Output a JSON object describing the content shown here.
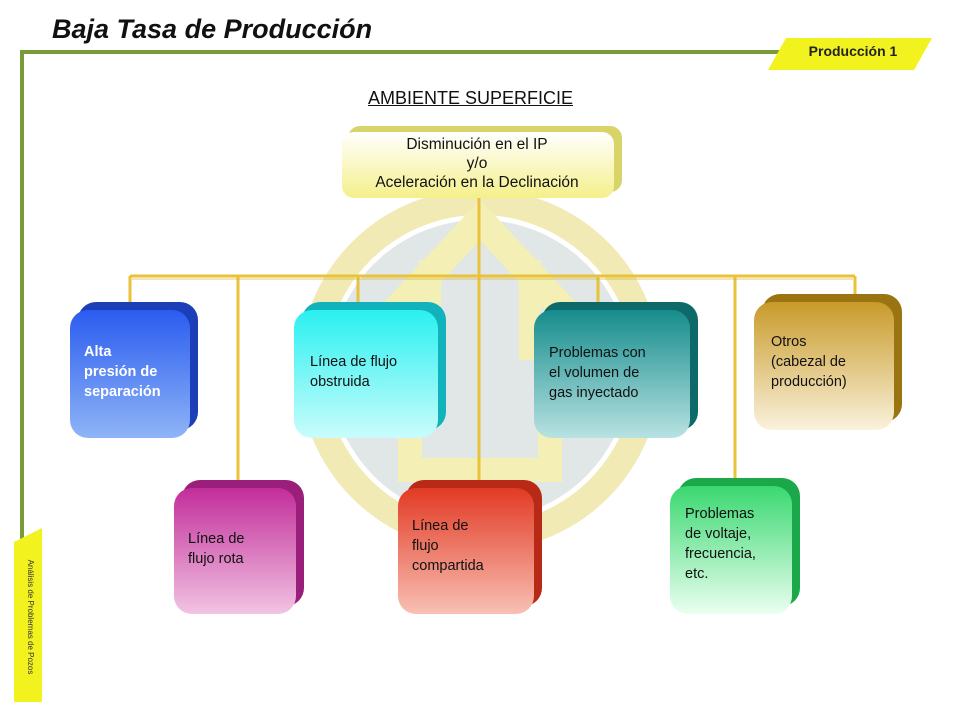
{
  "header": {
    "title": "Baja Tasa de Producción",
    "badge": "Producción 1",
    "side_tab": "Análisis de Problemas de Pozos"
  },
  "section_heading": "AMBIENTE SUPERFICIE",
  "root": {
    "text": "Disminución en el IP\ny/o\nAceleración en la Declinación"
  },
  "causes": [
    {
      "text": "Alta\npresión de\nseparación",
      "color": "#1e4fe0"
    },
    {
      "text": "Línea de\nflujo rota",
      "color": "#c02a96"
    },
    {
      "text": "Línea de flujo\nobstruida",
      "color": "#19d6dc"
    },
    {
      "text": "Línea de\nflujo\ncompartida",
      "color": "#e0402a"
    },
    {
      "text": "Problemas con\nel volumen de\ngas inyectado",
      "color": "#138a8a"
    },
    {
      "text": "Problemas\nde voltaje,\nfrecuencia,\netc.",
      "color": "#28c860"
    },
    {
      "text": "Otros\n(cabezal de\nproducción)",
      "color": "#b8860b"
    }
  ],
  "colors": {
    "accent_green": "#7a9a3a",
    "badge_yellow": "#f2f21e",
    "connector": "#e8c23a"
  }
}
